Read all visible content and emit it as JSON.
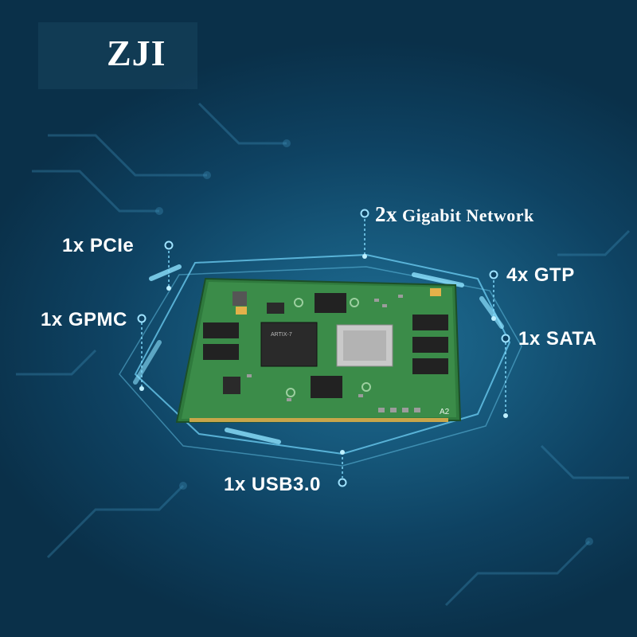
{
  "brand": {
    "logo_text": "ZJI"
  },
  "callouts": {
    "network": {
      "count": "2x",
      "text": "Gigabit Network"
    },
    "pcie": "1x PCIe",
    "gtp": "4x GTP",
    "gpmc": "1x GPMC",
    "sata": "1x SATA",
    "usb": "1x USB3.0"
  },
  "board": {
    "chip_marking": "ARTIX-7",
    "silkscreen": "A2"
  },
  "colors": {
    "accent_cyan": "#4fc3f0",
    "pcb_green": "#2f7a3d",
    "background": "#15567a"
  }
}
